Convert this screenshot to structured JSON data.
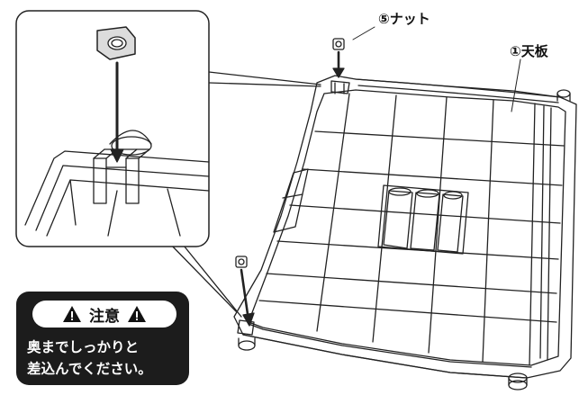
{
  "labels": {
    "nut": "⑤ナット",
    "top_board": "①天板"
  },
  "caution": {
    "title": "注意",
    "line1": "奥までしっかりと",
    "line2": "差込んでください。"
  },
  "icons": {
    "nut": "hex-nut-icon",
    "warning": "warning-triangle-icon"
  },
  "colors": {
    "line": "#222222",
    "caution_bg": "#1c1c1c",
    "caution_text": "#ffffff"
  }
}
